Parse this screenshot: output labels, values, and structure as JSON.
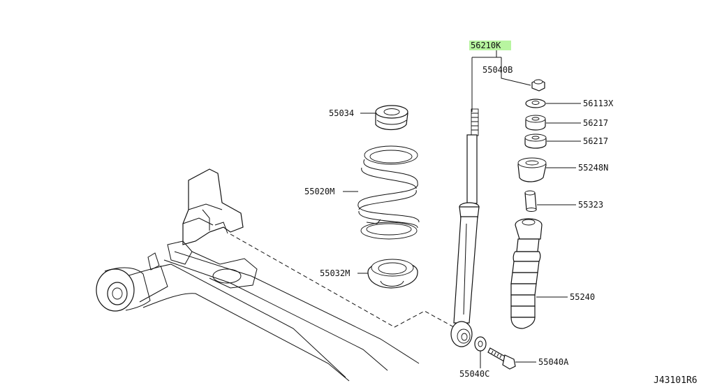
{
  "diagram_code": "J43101R6",
  "highlight_color": "#b8f5a0",
  "parts": {
    "shock_absorber": "56210K",
    "nut_top": "55040B",
    "washer_top": "56113X",
    "bushing_upper": "56217",
    "bushing_lower": "56217",
    "mount_cup": "55248N",
    "bound_bumper_sleeve": "55323",
    "dust_cover": "55240",
    "spring_seat_upper": "55034",
    "coil_spring": "55020M",
    "spring_seat_lower": "55032M",
    "washer_bottom": "55040C",
    "bolt_bottom": "55040A"
  }
}
